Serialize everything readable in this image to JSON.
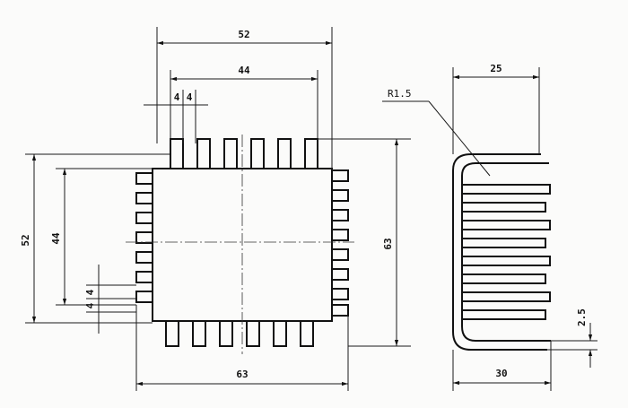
{
  "front_view": {
    "dims": {
      "top_outer": "52",
      "top_inner": "44",
      "fin_a": "4",
      "fin_b": "4",
      "left_outer": "52",
      "left_inner": "44",
      "left_fin_a": "4",
      "left_fin_b": "4",
      "right_height": "63",
      "bottom_width": "63"
    }
  },
  "side_view": {
    "dims": {
      "top_width": "25",
      "radius": "R1.5",
      "bottom_width": "30",
      "thickness": "2.5"
    }
  }
}
